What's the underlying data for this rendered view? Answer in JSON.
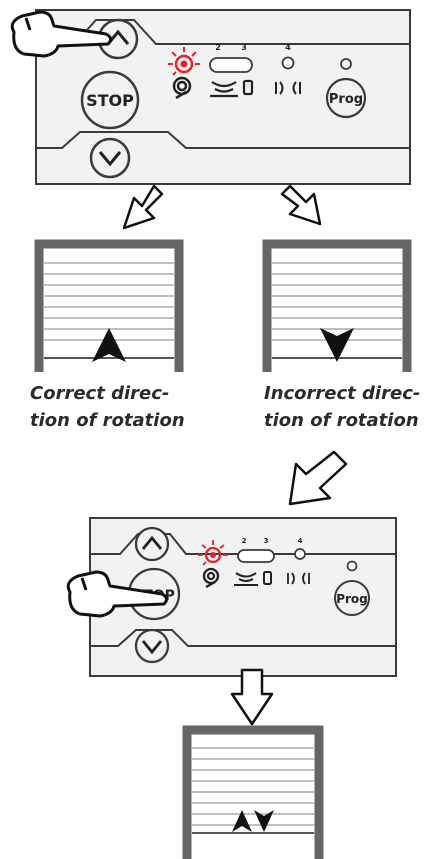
{
  "panels": {
    "top": {
      "stop_label": "STOP",
      "prog_label": "Prog",
      "indicators": [
        "2",
        "3",
        "4"
      ]
    },
    "bottom": {
      "stop_label": "STOP",
      "prog_label": "Prog",
      "indicators": [
        "2",
        "3",
        "4"
      ]
    }
  },
  "captions": {
    "correct": {
      "line1": "Correct direc-",
      "line2": "tion of rotation"
    },
    "incorrect": {
      "line1": "Incorrect direc-",
      "line2": "tion of rotation"
    }
  },
  "colors": {
    "led_active": "#e8202a",
    "outline": "#3a3a3a",
    "panel_fill": "#f2f2f2",
    "door_frame": "#666666"
  }
}
